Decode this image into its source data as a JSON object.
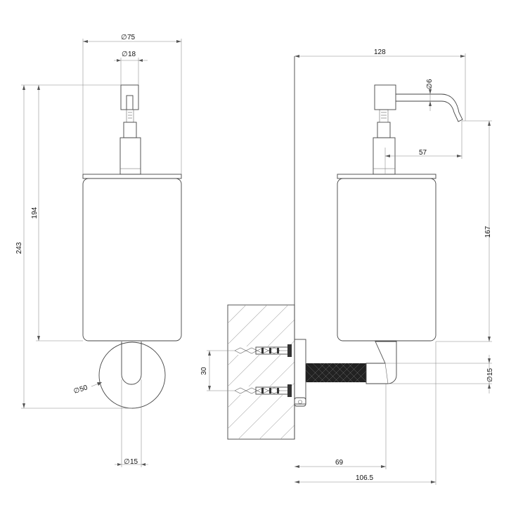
{
  "front_view": {
    "dims": {
      "body_width": "75",
      "pump_width": "18",
      "body_height": "194",
      "total_height": "243",
      "rosette_diameter": "50",
      "arm_diameter": "15"
    },
    "diameter_symbol": "∅"
  },
  "side_view": {
    "dims": {
      "total_depth": "128",
      "spout_diameter": "6",
      "spout_reach": "57",
      "spout_height": "167",
      "arm_diameter": "15",
      "fixing_spacing": "30",
      "arm_projection": "69",
      "body_projection": "106.5"
    }
  }
}
